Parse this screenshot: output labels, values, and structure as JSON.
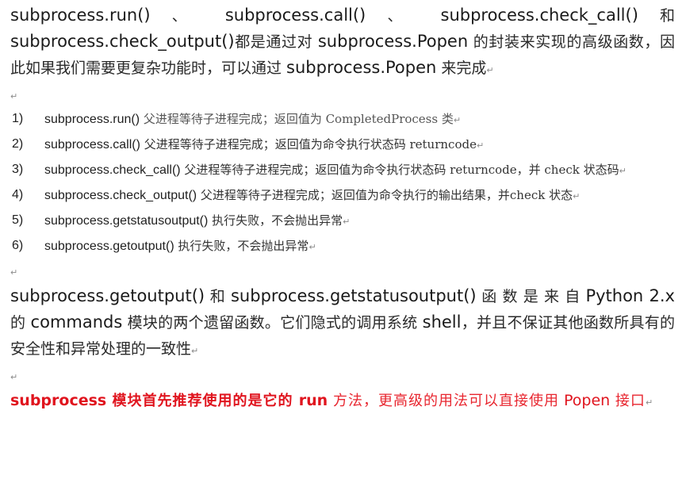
{
  "intro": {
    "line_parts": [
      {
        "t": "subprocess.run()",
        "kind": "code"
      },
      {
        "t": " 、 ",
        "kind": "cn"
      },
      {
        "t": "subprocess.call()",
        "kind": "code"
      },
      {
        "t": " 、 ",
        "kind": "cn"
      },
      {
        "t": "subprocess.check_call()",
        "kind": "code"
      },
      {
        "t": " 和 ",
        "kind": "cn"
      },
      {
        "t": "subprocess.check_output()",
        "kind": "code"
      },
      {
        "t": "都是通过对 ",
        "kind": "cn"
      },
      {
        "t": "subprocess.Popen",
        "kind": "code"
      },
      {
        "t": " 的封装来实现的高级函数，因此如果我们需要更复杂功能时，可以通过 ",
        "kind": "cn"
      },
      {
        "t": "subprocess.Popen",
        "kind": "code"
      },
      {
        "t": " 来完成",
        "kind": "cn"
      }
    ]
  },
  "paragraph_mark": "↵",
  "list": {
    "items": [
      {
        "num": "1)",
        "code": "subprocess.run()",
        "desc": " 父进程等待子进程完成；返回值为 CompletedProcess 类"
      },
      {
        "num": "2)",
        "code": "subprocess.call()",
        "desc": " 父进程等待子进程完成；返回值为命令执行状态码 returncode"
      },
      {
        "num": "3)",
        "code": "subprocess.check_call()",
        "desc": " 父进程等待子进程完成；返回值为命令执行状态码  returncode，并 check 状态码"
      },
      {
        "num": "4)",
        "code": "subprocess.check_output()",
        "desc": " 父进程等待子进程完成；返回值为命令执行的输出结果，并check 状态"
      },
      {
        "num": "5)",
        "code": "subprocess.getstatusoutput()",
        "desc": " 执行失败，不会抛出异常"
      },
      {
        "num": "6)",
        "code": "subprocess.getoutput()",
        "desc": " 执行失败，不会抛出异常"
      }
    ]
  },
  "legacy": {
    "parts": [
      {
        "t": "subprocess.getoutput()",
        "kind": "code"
      },
      {
        "t": " 和  ",
        "kind": "cn"
      },
      {
        "t": "subprocess.getstatusoutput()",
        "kind": "code"
      },
      {
        "t": " 函 数 是 来 自 ",
        "kind": "cn"
      },
      {
        "t": "Python 2.x",
        "kind": "code"
      },
      {
        "t": " 的 ",
        "kind": "cn"
      },
      {
        "t": "commands",
        "kind": "code"
      },
      {
        "t": " 模块的两个遗留函数。它们隐式的调用系统 ",
        "kind": "cn"
      },
      {
        "t": "shell",
        "kind": "code"
      },
      {
        "t": "，并且不保证其他函数所具有的安全性和异常处理的一致性",
        "kind": "cn"
      }
    ]
  },
  "recommendation": {
    "color": "#e0141e",
    "bold_code_1": "subprocess",
    "bold_cn_1": " 模块首先推荐使用的是它的 ",
    "bold_code_2": "run",
    "normal_cn_1": " 方法，更高级的用法可以直接使用",
    "normal_code_1": "Popen",
    "normal_cn_2": " 接口"
  }
}
